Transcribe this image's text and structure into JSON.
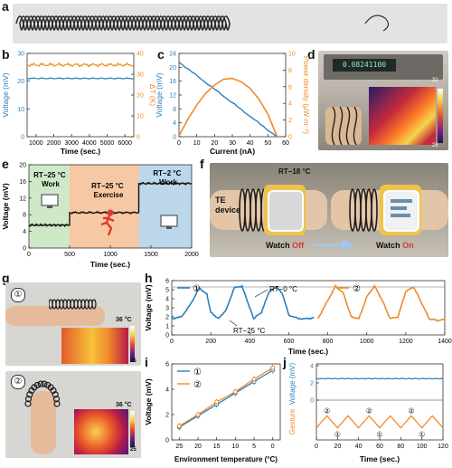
{
  "panels": {
    "a": "a",
    "b": "b",
    "c": "c",
    "d": "d",
    "e": "e",
    "f": "f",
    "g": "g",
    "h": "h",
    "i": "i",
    "j": "j"
  },
  "colors": {
    "blue": "#2b7fba",
    "orange": "#ef8a2a",
    "green_bg": "#cfe9c8",
    "orange_bg": "#f6c9a4",
    "blue_bg": "#bcd6ea"
  },
  "b": {
    "ylabel_left": "Voltage (mV)",
    "ylabel_right": "ΔT (K)",
    "xlabel": "Time (sec.)",
    "yticks_left": [
      "0",
      "10",
      "20",
      "30"
    ],
    "yticks_right": [
      "0",
      "10",
      "20",
      "30",
      "40"
    ],
    "xticks": [
      "1000",
      "2000",
      "3000",
      "4000",
      "5000",
      "6000"
    ]
  },
  "c": {
    "ylabel_left": "Voltage (mV)",
    "ylabel_right": "Power density (μW·m⁻²)",
    "xlabel": "Current (nA)",
    "yticks_left": [
      "0",
      "4",
      "8",
      "12",
      "16",
      "20",
      "24"
    ],
    "yticks_right": [
      "0",
      "2",
      "4",
      "6",
      "8",
      "10"
    ],
    "xticks": [
      "0",
      "10",
      "20",
      "30",
      "40",
      "50",
      "60"
    ]
  },
  "d": {
    "display": "0.08241100",
    "scale_top": "32",
    "scale_bottom": "26"
  },
  "e": {
    "ylabel": "Voltage (mV)",
    "xlabel": "Time (sec.)",
    "yticks": [
      "0",
      "4",
      "8",
      "12",
      "16",
      "20"
    ],
    "xticks": [
      "0",
      "500",
      "1000",
      "1500",
      "2000"
    ],
    "seg1": "RT−25 °C\nWork",
    "seg2": "RT−25 °C\nExercise",
    "seg3": "RT−2 °C\nWork"
  },
  "f": {
    "te_label": "TE\ndevice",
    "rt_label": "RT−18 °C",
    "off_prefix": "Watch ",
    "off_state": "Off",
    "on_prefix": "Watch ",
    "on_state": "On"
  },
  "g": {
    "label1": "①",
    "label2": "②",
    "scale_top": "36 °C",
    "scale_bottom": "25"
  },
  "h": {
    "ylabel": "Voltage (mV)",
    "xlabel": "Time (sec.)",
    "yticks": [
      "0",
      "1",
      "2",
      "3",
      "4",
      "5",
      "6"
    ],
    "xticks": [
      "0",
      "200",
      "400",
      "600",
      "800",
      "1000",
      "1200",
      "1400"
    ],
    "legend1": "①",
    "legend2": "②",
    "annot_top": "RT−0 °C",
    "annot_bottom": "RT−25 °C"
  },
  "i": {
    "ylabel": "Voltage (mV)",
    "xlabel": "Environment temperature (°C)",
    "yticks": [
      "0",
      "2",
      "4",
      "6"
    ],
    "xticks": [
      "25",
      "20",
      "15",
      "10",
      "5",
      "0"
    ],
    "legend1": "①",
    "legend2": "②"
  },
  "j": {
    "ylabel_top": "Voltage (mV)",
    "ylabel_bottom": "Gesture",
    "xlabel": "Time (sec.)",
    "yticks_top": [
      "0",
      "2",
      "4"
    ],
    "xticks": [
      "0",
      "20",
      "40",
      "60",
      "80",
      "100",
      "120"
    ],
    "g1": "①",
    "g2": "②"
  },
  "chart_data": [
    {
      "panel": "b",
      "type": "line",
      "series": [
        {
          "name": "Voltage",
          "axis": "left",
          "x": [
            500,
            6500
          ],
          "y": [
            21,
            21
          ]
        },
        {
          "name": "ΔT",
          "axis": "right",
          "x": [
            500,
            6500
          ],
          "y": [
            34.5,
            34.5
          ]
        }
      ],
      "xlim": [
        500,
        6500
      ],
      "ylim_left": [
        0,
        30
      ],
      "ylim_right": [
        0,
        40
      ]
    },
    {
      "panel": "c",
      "type": "line",
      "series": [
        {
          "name": "Voltage",
          "axis": "left",
          "x": [
            0,
            55
          ],
          "y": [
            21.5,
            0
          ]
        },
        {
          "name": "Power density",
          "axis": "right",
          "x": [
            0,
            5,
            10,
            15,
            20,
            25,
            30,
            35,
            40,
            45,
            50,
            55
          ],
          "y": [
            0.1,
            2.1,
            3.8,
            5.2,
            6.2,
            6.9,
            7.0,
            6.6,
            5.8,
            4.5,
            2.7,
            0.1
          ]
        }
      ],
      "xlim": [
        0,
        60
      ],
      "ylim_left": [
        0,
        24
      ],
      "ylim_right": [
        0,
        10
      ]
    },
    {
      "panel": "e",
      "type": "line",
      "series": [
        {
          "name": "Voltage",
          "x": [
            0,
            500,
            500,
            1350,
            1350,
            2000
          ],
          "y": [
            5.5,
            5.5,
            8.5,
            8.5,
            15.5,
            15.5
          ]
        }
      ],
      "xlim": [
        0,
        2000
      ],
      "ylim": [
        0,
        20
      ]
    },
    {
      "panel": "h",
      "type": "line",
      "series": [
        {
          "name": "①",
          "x": [
            0,
            50,
            100,
            140,
            180,
            200,
            240,
            280,
            320,
            360,
            400,
            420,
            460,
            500,
            540,
            570,
            600,
            650,
            700,
            730
          ],
          "y": [
            1.8,
            2.0,
            3.5,
            5.2,
            4.5,
            2.5,
            1.8,
            2.8,
            5.2,
            5.4,
            3.0,
            1.8,
            2.5,
            4.8,
            5.3,
            4.4,
            2.2,
            1.8,
            1.8,
            1.9
          ]
        },
        {
          "name": "②",
          "x": [
            750,
            800,
            840,
            880,
            920,
            960,
            1000,
            1040,
            1080,
            1120,
            1160,
            1200,
            1240,
            1280,
            1320,
            1360,
            1400
          ],
          "y": [
            1.8,
            3.8,
            5.4,
            4.6,
            2.0,
            1.8,
            4.2,
            5.4,
            3.8,
            1.8,
            2.0,
            4.8,
            5.3,
            3.6,
            1.8,
            1.6,
            1.7
          ]
        }
      ],
      "xlim": [
        0,
        1400
      ],
      "ylim": [
        0,
        6
      ]
    },
    {
      "panel": "i",
      "type": "line",
      "series": [
        {
          "name": "①",
          "x": [
            25,
            20,
            15,
            10,
            5,
            0
          ],
          "y": [
            1.0,
            1.9,
            2.8,
            3.7,
            4.6,
            5.5
          ]
        },
        {
          "name": "②",
          "x": [
            25,
            20,
            15,
            10,
            5,
            0
          ],
          "y": [
            1.1,
            2.0,
            3.0,
            3.8,
            4.8,
            5.7
          ]
        }
      ],
      "xlim": [
        27,
        -2
      ],
      "ylim": [
        0,
        6
      ]
    },
    {
      "panel": "j",
      "type": "line",
      "series": [
        {
          "name": "Voltage",
          "x": [
            0,
            120
          ],
          "y": [
            2.5,
            2.5
          ]
        },
        {
          "name": "Gesture",
          "x": [
            0,
            10,
            20,
            30,
            40,
            50,
            60,
            70,
            80,
            90,
            100,
            110,
            120
          ],
          "y": [
            1,
            2,
            1,
            2,
            1,
            2,
            1,
            2,
            1,
            2,
            1,
            2,
            1
          ]
        }
      ],
      "xlim": [
        0,
        120
      ],
      "ylim_top": [
        0,
        4
      ]
    }
  ]
}
